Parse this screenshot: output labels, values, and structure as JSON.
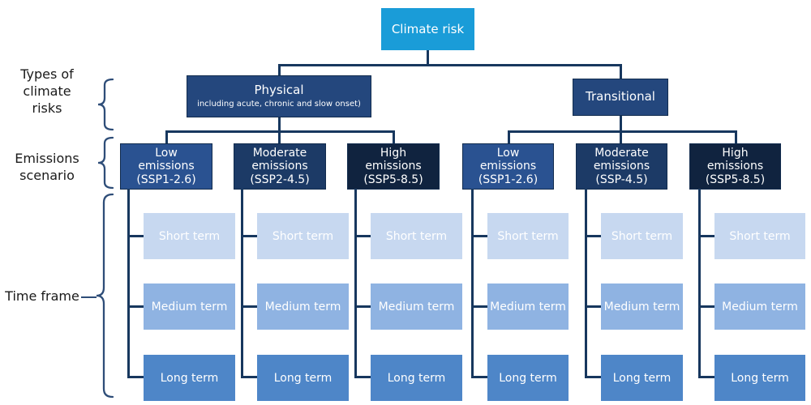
{
  "diagram": {
    "root": {
      "label": "Climate risk"
    },
    "side_labels": {
      "types": {
        "line1": "Types of",
        "line2": "climate",
        "line3": "risks"
      },
      "emissions": {
        "line1": "Emissions",
        "line2": "scenario"
      },
      "timeframe": {
        "label": "Time frame"
      }
    },
    "branches": [
      {
        "title": "Physical",
        "subtitle": "including acute, chronic and slow onset)"
      },
      {
        "title": "Transitional"
      }
    ],
    "scenarios": [
      {
        "lines": [
          "Low",
          "emissions",
          "(SSP1-2.6)"
        ]
      },
      {
        "lines": [
          "Moderate",
          "emissions",
          "(SSP2-4.5)"
        ]
      },
      {
        "lines": [
          "High",
          "emissions",
          "(SSP5-8.5)"
        ]
      },
      {
        "lines": [
          "Low",
          "emissions",
          "(SSP1-2.6)"
        ]
      },
      {
        "lines": [
          "Moderate",
          "emissions",
          "(SSP-4.5)"
        ]
      },
      {
        "lines": [
          "High",
          "emissions",
          "(SSP5-8.5)"
        ]
      }
    ],
    "timeframes": [
      {
        "label": "Short term"
      },
      {
        "label": "Medium term"
      },
      {
        "label": "Long term"
      }
    ],
    "colors": {
      "root": "#1a9cd8",
      "branch": "#24477d",
      "low": "#2a5291",
      "moderate": "#1c3a66",
      "high": "#10233f",
      "short": "#c7d8f0",
      "medium": "#8fb3e2",
      "long": "#4e86c8",
      "connector": "#17375e",
      "brace": "#2e4d78"
    }
  }
}
